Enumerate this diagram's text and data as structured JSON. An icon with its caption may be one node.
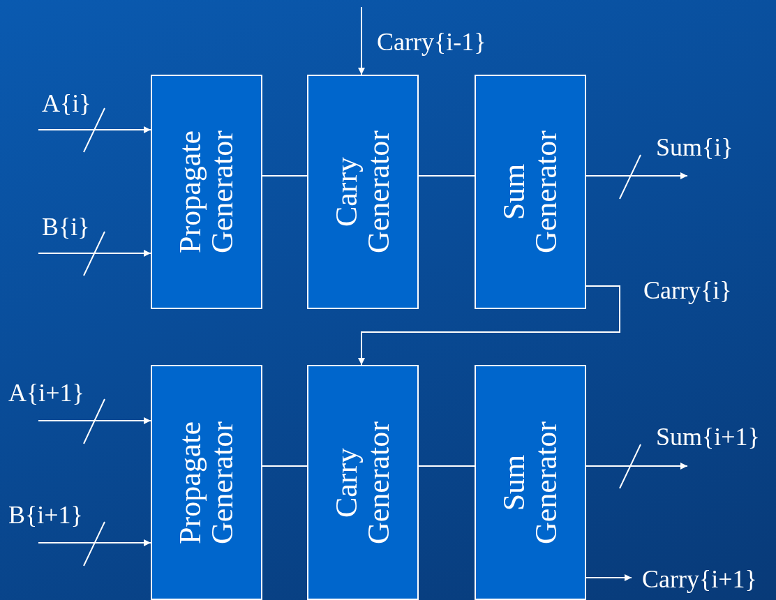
{
  "diagram": {
    "nodes": [
      {
        "text": [
          "Propagate Generator"
        ]
      },
      {
        "text": [
          "Carry Generator"
        ]
      },
      {
        "text": [
          "Sum Generator"
        ]
      },
      {
        "text": [
          "Propagate Generator"
        ]
      },
      {
        "text": [
          "Carry Generator"
        ]
      },
      {
        "text": [
          "Sum Generator"
        ]
      }
    ],
    "edges": [
      {
        "from": null,
        "to": 0,
        "arrow": "to",
        "label": "A{i}"
      },
      {
        "from": null,
        "to": 0,
        "arrow": "to",
        "label": "B{i}"
      },
      {
        "from": null,
        "to": 1,
        "arrow": "to",
        "label": "Carry{i-1}"
      },
      {
        "from": 0,
        "to": 1,
        "arrow": "none"
      },
      {
        "from": 1,
        "to": 2,
        "arrow": "none"
      },
      {
        "from": 2,
        "to": null,
        "arrow": "to",
        "label": "Sum{i}"
      },
      {
        "from": 2,
        "to": 4,
        "arrow": "to",
        "label": "Carry{i}"
      },
      {
        "from": null,
        "to": 3,
        "arrow": "to",
        "label": "A{i+1}"
      },
      {
        "from": null,
        "to": 3,
        "arrow": "to",
        "label": "B{i+1}"
      },
      {
        "from": 3,
        "to": 4,
        "arrow": "none"
      },
      {
        "from": 4,
        "to": 5,
        "arrow": "none"
      },
      {
        "from": 5,
        "to": null,
        "arrow": "to",
        "label": "Sum{i+1}"
      },
      {
        "from": 5,
        "to": null,
        "arrow": "to",
        "label": "Carry{i+1}"
      }
    ]
  }
}
